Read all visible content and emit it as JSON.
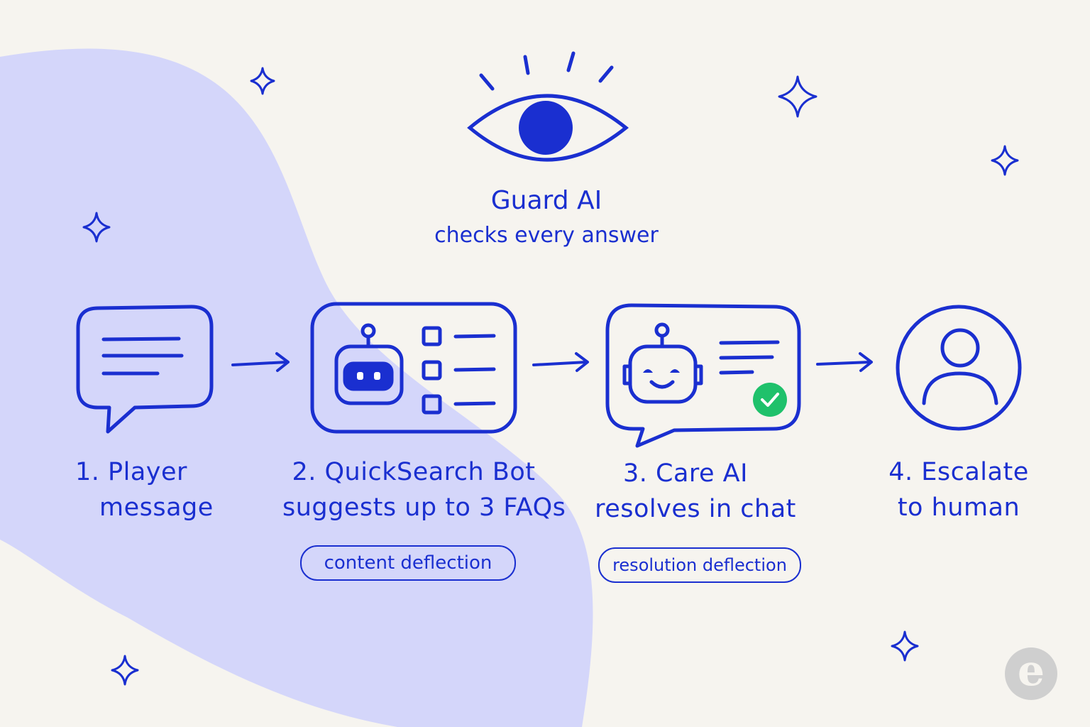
{
  "guard": {
    "title": "Guard AI",
    "subtitle": "checks every answer"
  },
  "steps": [
    {
      "line1": "1. Player",
      "line2": "message"
    },
    {
      "line1": "2. QuickSearch Bot",
      "line2": "suggests up to 3 FAQs",
      "tag": "content deflection"
    },
    {
      "line1": "3. Care AI",
      "line2": "resolves in chat",
      "tag": "resolution deflection"
    },
    {
      "line1": "4. Escalate",
      "line2": "to human"
    }
  ],
  "colors": {
    "ink": "#1a2fd0",
    "blob": "#d4d6fa",
    "background": "#f6f4ef",
    "check": "#1fc16b"
  },
  "logo": {
    "letter": "e"
  }
}
